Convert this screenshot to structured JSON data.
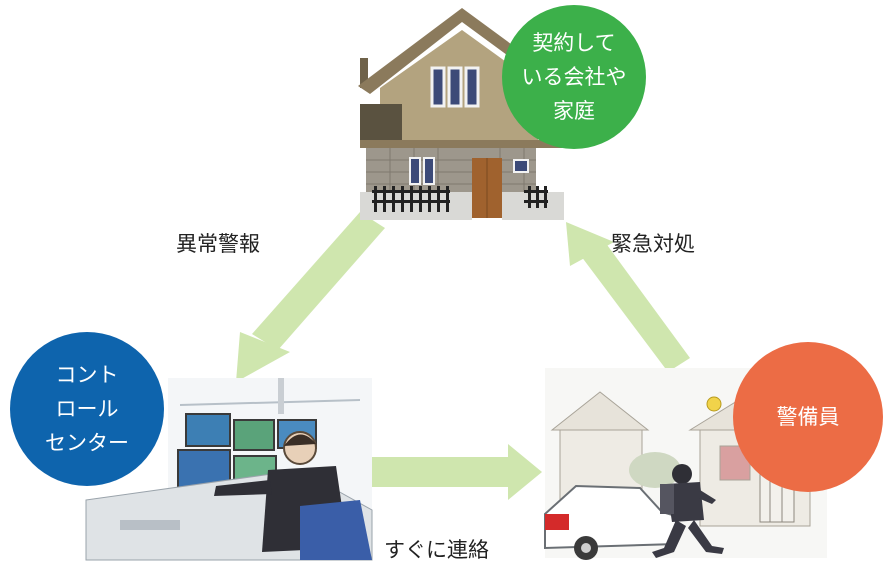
{
  "nodes": {
    "home": {
      "badge_text": "契約して\nいる会社や\n家庭"
    },
    "control_center": {
      "badge_text": "コント\nロール\nセンター"
    },
    "guard": {
      "badge_text": "警備員"
    }
  },
  "edges": {
    "alarm": "異常警報",
    "emergency_response": "緊急対処",
    "immediate_contact": "すぐに連絡"
  },
  "colors": {
    "badge_home": "#3cb04a",
    "badge_control_center": "#0e64ad",
    "badge_guard": "#ec6c45",
    "arrow": "#cfe6ae",
    "roof": "#8b7a5c",
    "wall": "#b3a37f",
    "stone": "#9d978c"
  }
}
